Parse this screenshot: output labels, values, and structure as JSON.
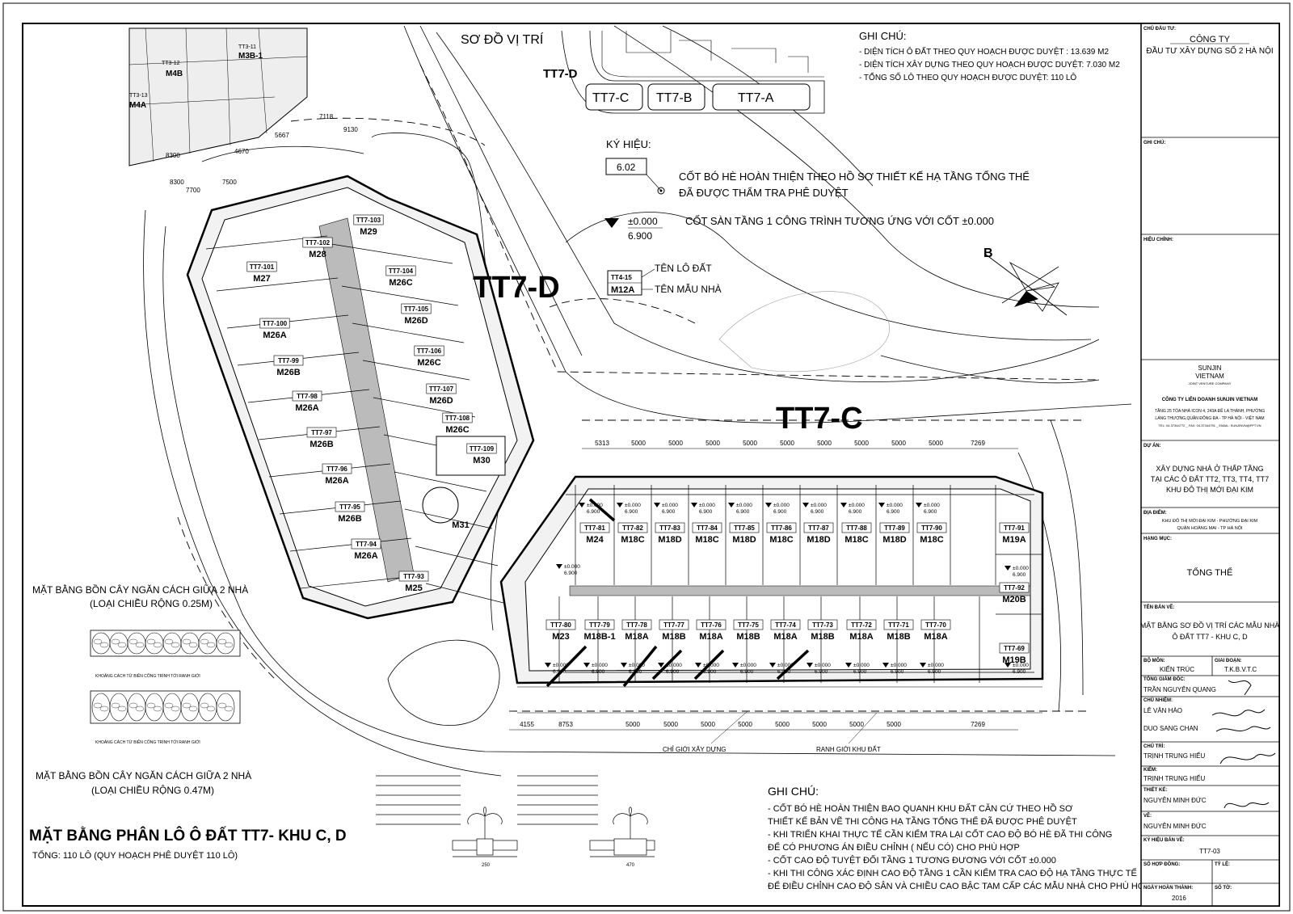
{
  "location_map": {
    "title": "SƠ ĐỒ VỊ TRÍ",
    "zones": [
      "TT7-D",
      "TT7-C",
      "TT7-B",
      "TT7-A"
    ]
  },
  "top_notes": {
    "heading": "GHI CHÚ:",
    "lines": [
      "- DIỆN TÍCH Ô ĐẤT THEO QUY HOẠCH ĐƯỢC DUYỆT : 13.639 M2",
      "- DIỆN TÍCH XÂY DỰNG THEO QUY HOẠCH ĐƯỢC DUYỆT: 7.030 M2",
      "- TỔNG SỐ LÔ THEO QUY HOẠCH ĐƯỢC DUYỆT: 110 LÔ"
    ]
  },
  "legend": {
    "heading": "KÝ HIỆU:",
    "curb_value": "6.02",
    "curb_text_1": "CỐT BÓ HÈ HOÀN THIỆN THEO HỒ SƠ THIẾT KẾ HẠ TẦNG TỔNG THỂ",
    "curb_text_2": "ĐÃ ĐƯỢC THẨM TRA PHÊ DUYỆT",
    "floor_top": "±0.000",
    "floor_bottom": "6.900",
    "floor_text": "CỐT SÀN TẦNG 1 CÔNG TRÌNH TƯƠNG ỨNG VỚI CỐT ±0.000",
    "sample_lot": "TT4-15",
    "sample_model": "M12A",
    "lot_name_label": "TÊN LÔ ĐẤT",
    "model_name_label": "TÊN MẪU NHÀ"
  },
  "zone_labels": {
    "d": "TT7-D",
    "c": "TT7-C"
  },
  "compass": {
    "label": "B"
  },
  "block_d": {
    "lots": [
      {
        "lot": "TT7-101",
        "model": "M27"
      },
      {
        "lot": "TT7-102",
        "model": "M28"
      },
      {
        "lot": "TT7-103",
        "model": "M29"
      },
      {
        "lot": "TT7-104",
        "model": "M26C"
      },
      {
        "lot": "TT7-105",
        "model": "M26D"
      },
      {
        "lot": "TT7-106",
        "model": "M26C"
      },
      {
        "lot": "TT7-107",
        "model": "M26D"
      },
      {
        "lot": "TT7-108",
        "model": "M26C"
      },
      {
        "lot": "TT7-109",
        "model": "M30"
      },
      {
        "lot": "TT7-100",
        "model": "M26A"
      },
      {
        "lot": "TT7-99",
        "model": "M26B"
      },
      {
        "lot": "TT7-98",
        "model": "M26A"
      },
      {
        "lot": "TT7-97",
        "model": "M26B"
      },
      {
        "lot": "TT7-96",
        "model": "M26A"
      },
      {
        "lot": "TT7-95",
        "model": "M26B"
      },
      {
        "lot": "TT7-94",
        "model": "M26A"
      },
      {
        "lot": "TT7-93",
        "model": "M25"
      },
      {
        "lot": "",
        "model": "M31"
      }
    ]
  },
  "block_c": {
    "top_row": [
      {
        "lot": "TT7-81",
        "model": "M24"
      },
      {
        "lot": "TT7-82",
        "model": "M18C"
      },
      {
        "lot": "TT7-83",
        "model": "M18D"
      },
      {
        "lot": "TT7-84",
        "model": "M18C"
      },
      {
        "lot": "TT7-85",
        "model": "M18D"
      },
      {
        "lot": "TT7-86",
        "model": "M18C"
      },
      {
        "lot": "TT7-87",
        "model": "M18D"
      },
      {
        "lot": "TT7-88",
        "model": "M18C"
      },
      {
        "lot": "TT7-89",
        "model": "M18D"
      },
      {
        "lot": "TT7-90",
        "model": "M18C"
      },
      {
        "lot": "TT7-91",
        "model": "M19A"
      }
    ],
    "bottom_row": [
      {
        "lot": "TT7-80",
        "model": "M23"
      },
      {
        "lot": "TT7-79",
        "model": "M18B-1"
      },
      {
        "lot": "TT7-78",
        "model": "M18A"
      },
      {
        "lot": "TT7-77",
        "model": "M18B"
      },
      {
        "lot": "TT7-76",
        "model": "M18A"
      },
      {
        "lot": "TT7-75",
        "model": "M18B"
      },
      {
        "lot": "TT7-74",
        "model": "M18A"
      },
      {
        "lot": "TT7-73",
        "model": "M18B"
      },
      {
        "lot": "TT7-72",
        "model": "M18A"
      },
      {
        "lot": "TT7-71",
        "model": "M18B"
      },
      {
        "lot": "TT7-70",
        "model": "M18A"
      }
    ],
    "end_lots": [
      {
        "lot": "TT7-92",
        "model": "M20B"
      },
      {
        "lot": "TT7-69",
        "model": "M19B"
      }
    ],
    "level_top": "±0.000",
    "level_bottom": "6.900",
    "dims_top": [
      "5313",
      "5000",
      "5000",
      "5000",
      "5000",
      "5000",
      "5000",
      "5000",
      "5000",
      "5000",
      "7269"
    ],
    "dims_bottom": [
      "4155",
      "8753",
      "5000",
      "5000",
      "5000",
      "5000",
      "5000",
      "5000",
      "5000",
      "5000",
      "7269"
    ]
  },
  "nw_fragment": {
    "lots": [
      "M3B-1",
      "M4B",
      "M4A"
    ],
    "lot_codes": [
      "TT3-11",
      "TT3-12",
      "TT3-13"
    ],
    "dims": [
      "8300",
      "7500",
      "7700",
      "9130",
      "5667",
      "7118",
      "4670"
    ]
  },
  "line_labels": {
    "build_line": "CHỈ GIỚI XÂY DỰNG",
    "lot_boundary": "RANH GIỚI KHU ĐẤT"
  },
  "planter_details": {
    "title_1": "MẶT BẰNG BỒN CÂY NGĂN CÁCH GIỮA 2 NHÀ",
    "subtitle_1": "(LOẠI CHIỀU RỘNG 0.25M)",
    "title_2": "MẶT BẰNG BỒN CÂY NGĂN CÁCH GIỮA 2 NHÀ",
    "subtitle_2": "(LOẠI CHIỀU RỘNG 0.47M)",
    "caption": "KHOẢNG CÁCH TỪ BIÊN CÔNG TRÌNH TỚI RANH GIỚI",
    "section_dim_1": "250",
    "section_dim_2": "470"
  },
  "drawing_title": {
    "main": "MẶT BẰNG PHÂN LÔ Ô ĐẤT TT7- KHU C, D",
    "sub": "TỔNG: 110 LÔ (QUY HOẠCH PHÊ DUYỆT 110 LÔ)"
  },
  "bottom_notes": {
    "heading": "GHI CHÚ:",
    "lines": [
      "- CỐT BÓ HÈ HOÀN THIỆN BAO QUANH KHU ĐẤT CĂN CỨ THEO HỒ SƠ",
      "THIẾT KẾ BẢN VẼ THI CÔNG HẠ TẦNG TỔNG THỂ ĐÃ ĐƯỢC PHÊ DUYỆT",
      "- KHI TRIỂN KHAI THỰC TẾ CẦN KIỂM TRA LẠI CỐT CAO ĐỘ BÓ HÈ  ĐÃ THI CÔNG",
      "ĐỂ CÓ PHƯƠNG ÁN ĐIỀU CHỈNH ( NẾU CÓ) CHO PHÙ HỢP",
      "- CỐT CAO ĐỘ TUYỆT ĐỐI TẦNG 1 TƯƠNG ĐƯƠNG VỚI CỐT ±0.000",
      "- KHI THI CÔNG XÁC ĐỊNH CAO ĐỘ TẦNG 1 CẦN KIỂM TRA  CAO ĐỘ HẠ TẦNG THỰC TẾ",
      "ĐỂ ĐIỀU CHỈNH CAO ĐỘ SÂN VÀ CHIỀU CAO BẬC TAM CẤP CÁC MẪU NHÀ CHO PHÙ HỢP"
    ]
  },
  "title_block": {
    "owner_label": "CHỦ ĐẦU TƯ:",
    "owner_1": "CÔNG TY",
    "owner_2": "ĐẦU TƯ XÂY DỰNG SỐ 2 HÀ NỘI",
    "remarks_label": "GHI CHÚ:",
    "revision_label": "HIỆU CHỈNH:",
    "logo_1": "SUNJIN",
    "logo_2": "VIETNAM",
    "logo_3": "JOINT VENTURE COMPANY",
    "company": "CÔNG TY LIÊN DOANH SUNJIN VIETNAM",
    "address_1": "TẦNG 25 TÒA NHÀ ICON 4, 243A ĐÊ LA THÀNH, PHƯỜNG",
    "address_2": "LÁNG THƯỢNG,QUẬN ĐỐNG ĐA - TP HÀ NỘI - VIỆT NAM",
    "address_3": "TEL: 04.37344772 _ FAX: 04.37344791 _ EMAIL: SUNJINVN@FPT.VN",
    "project_label": "DỰ ÁN:",
    "project_1": "XÂY DỰNG NHÀ Ở THẤP TẦNG",
    "project_2": "TẠI CÁC Ô ĐẤT TT2, TT3, TT4, TT7",
    "project_3": "KHU ĐÔ THỊ MỚI ĐẠI KIM",
    "site_label": "ĐỊA ĐIỂM:",
    "site_1": "KHU ĐÔ THỊ MỚI ĐẠI KIM - PHƯỜNG ĐẠI KIM",
    "site_2": "QUẬN HOÀNG MAI - TP HÀ NỘI",
    "item_label": "HẠNG MỤC:",
    "item_value": "TỔNG THỂ",
    "drawing_label": "TÊN BẢN VẼ:",
    "drawing_1": "MẶT BẰNG SƠ ĐỒ VỊ TRÍ CÁC MẪU NHÀ",
    "drawing_2": "Ô ĐẤT TT7 - KHU C, D",
    "dept_label": "BỘ MÔN:",
    "dept_value": "KIẾN TRÚC",
    "phase_label": "GIAI ĐOẠN:",
    "phase_value": "T.K.B.V.T.C",
    "director_label": "TỔNG GIÁM ĐỐC:",
    "director_value": "TRẦN NGUYÊN QUANG",
    "chief_label": "CHỦ NHIỆM:",
    "chief_1": "LÊ VĂN HÀO",
    "chief_2": "DUO SANG CHAN",
    "lead_label": "CHỦ TRÌ:",
    "lead_value": "TRỊNH TRUNG HIẾU",
    "check_label": "KIỂM:",
    "check_value": "TRỊNH TRUNG HIẾU",
    "design_label": "THIẾT KẾ:",
    "design_value": "NGUYỄN MINH ĐỨC",
    "draw_label": "VẼ:",
    "draw_value": "NGUYỄN MINH ĐỨC",
    "code_label": "KÝ HIỆU BẢN VẼ:",
    "code_value": "TT7-03",
    "contract_label": "SỐ HỢP ĐỒNG:",
    "scale_label": "TỶ LỆ:",
    "year_label": "NGÀY HOÀN THÀNH:",
    "year_value": "2016",
    "sheet_label": "SỐ TỜ:"
  }
}
